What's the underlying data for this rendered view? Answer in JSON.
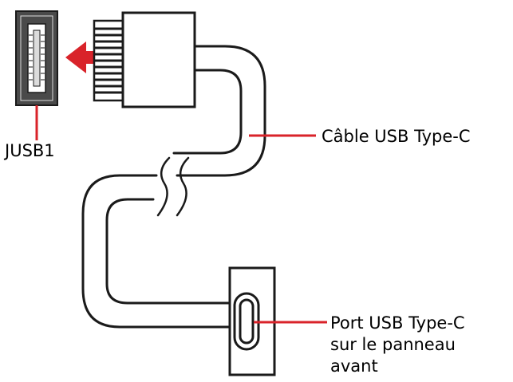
{
  "labels": {
    "header": "JUSB1",
    "cable": "Câble USB Type-C",
    "port_line1": "Port USB Type-C",
    "port_line2": "sur le panneau",
    "port_line3": "avant"
  },
  "colors": {
    "ink": "#1a1a1a",
    "accent": "#d9232a",
    "header_fill": "#4a4a4a",
    "header_slot": "#ffffff",
    "background": "#ffffff"
  }
}
